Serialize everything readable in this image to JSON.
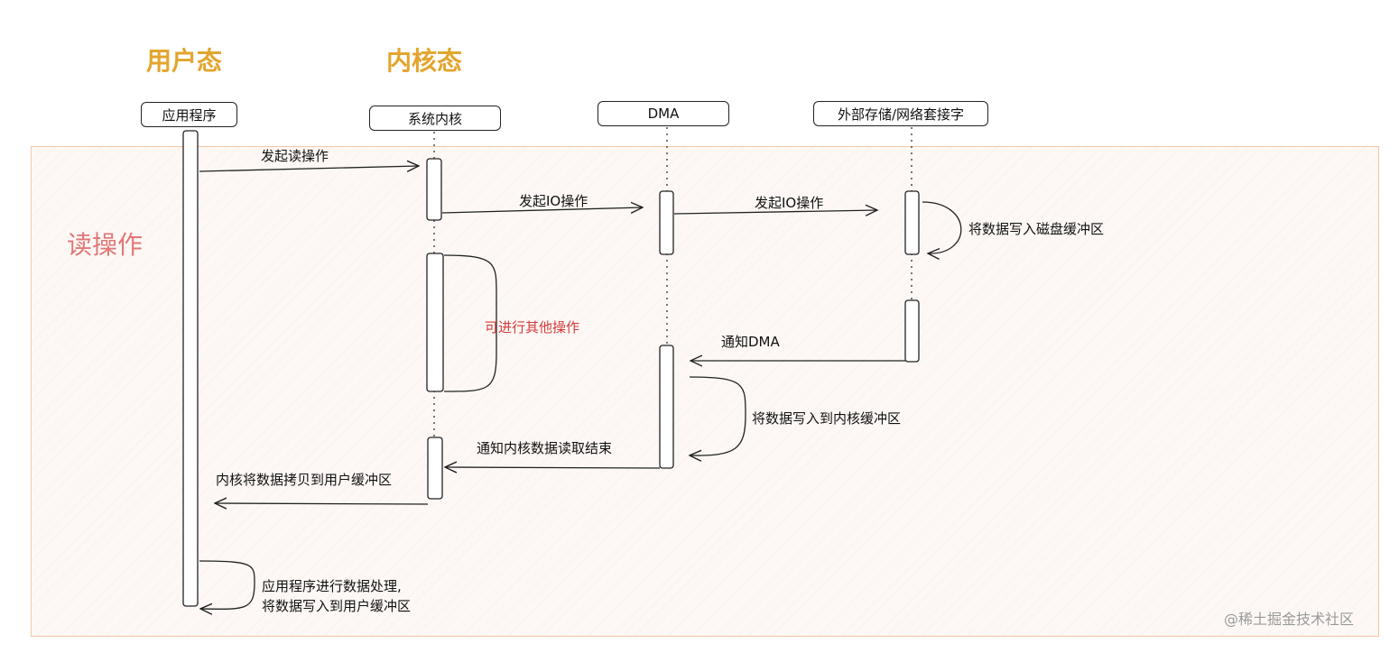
{
  "headers": {
    "user_mode": "用户态",
    "kernel_mode": "内核态"
  },
  "region_label": "读操作",
  "lifelines": {
    "app": "应用程序",
    "kernel": "系统内核",
    "dma": "DMA",
    "storage": "外部存储/网络套接字"
  },
  "messages": {
    "initiate_read": "发起读操作",
    "initiate_io_kernel": "发起IO操作",
    "initiate_io_dma": "发起IO操作",
    "write_disk_buffer": "将数据写入磁盘缓冲区",
    "other_ops": "可进行其他操作",
    "notify_dma": "通知DMA",
    "write_kernel_buffer": "将数据写入到内核缓冲区",
    "notify_kernel_done": "通知内核数据读取结束",
    "copy_to_user": "内核将数据拷贝到用户缓冲区",
    "app_process_line1": "应用程序进行数据处理,",
    "app_process_line2": "将数据写入到用户缓冲区"
  },
  "watermark": "@稀土掘金技术社区",
  "colors": {
    "header": "#e3a52e",
    "region_label": "#e07878",
    "region_border": "#f4c7a6",
    "highlight_text": "#d33a3a",
    "line": "#222222"
  }
}
